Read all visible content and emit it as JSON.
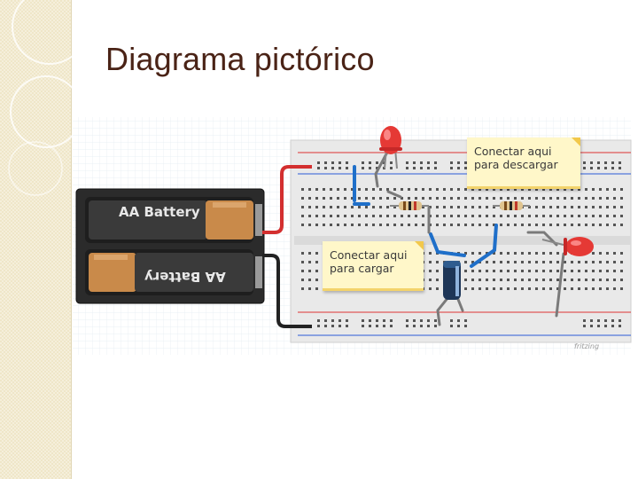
{
  "slide": {
    "title": "Diagrama pictórico"
  },
  "diagram": {
    "notes": [
      "Conectar aqui para descargar",
      "Conectar aqui para cargar"
    ],
    "batteries": [
      "AA Battery",
      "AA Battery"
    ],
    "watermark": "fritzing",
    "colors": {
      "title": "#4a2316",
      "led": "#e53935",
      "wire_red": "#d32f2f",
      "wire_black": "#222222",
      "wire_blue": "#1f6fc9",
      "note_bg": "#fff7c9"
    }
  }
}
